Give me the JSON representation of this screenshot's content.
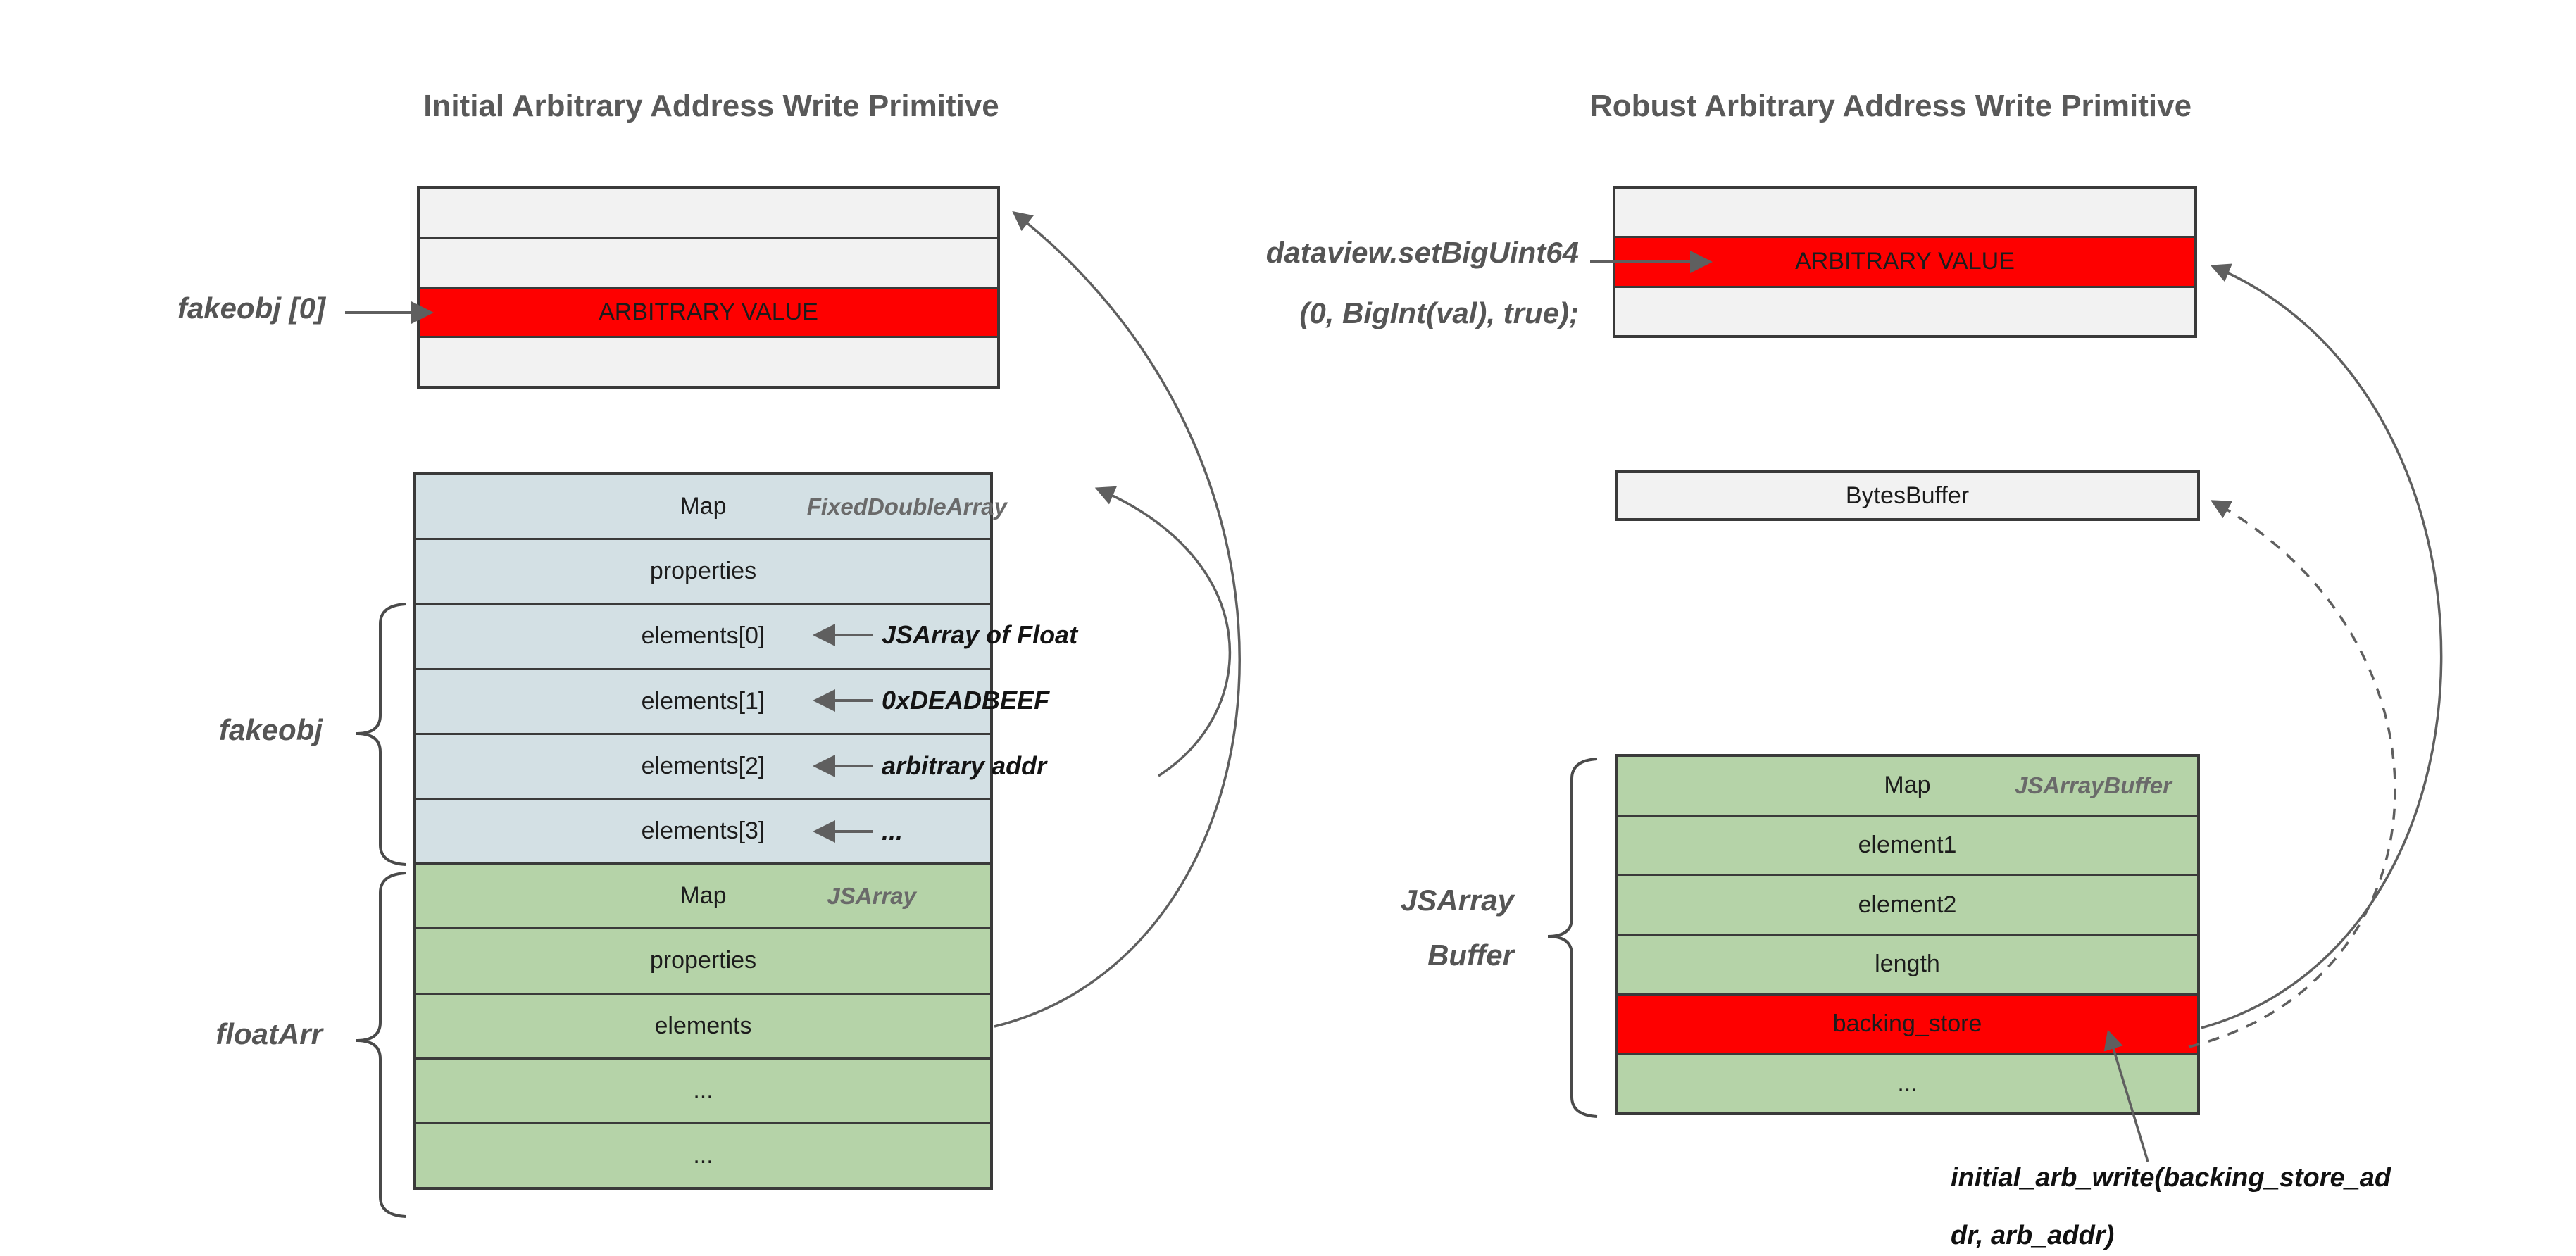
{
  "left": {
    "title": "Initial Arbitrary Address Write Primitive",
    "pointer_label": "fakeobj [0]",
    "top_box": {
      "rows": [
        "",
        "",
        "ARBITRARY VALUE",
        ""
      ]
    },
    "table": {
      "rows": [
        {
          "label": "Map",
          "type": "FixedDoubleArray"
        },
        {
          "label": "properties"
        },
        {
          "label": "elements[0]",
          "annotation": "JSArray of Float"
        },
        {
          "label": "elements[1]",
          "annotation": "0xDEADBEEF"
        },
        {
          "label": "elements[2]",
          "annotation": "arbitrary addr"
        },
        {
          "label": "elements[3]",
          "annotation": "..."
        },
        {
          "label": "Map",
          "type": "JSArray"
        },
        {
          "label": "properties"
        },
        {
          "label": "elements"
        },
        {
          "label": "..."
        },
        {
          "label": "..."
        }
      ]
    },
    "brace_labels": {
      "fakeobj": "fakeobj",
      "floatArr": "floatArr"
    }
  },
  "right": {
    "title": "Robust Arbitrary Address Write Primitive",
    "code_label": {
      "line1": "dataview.setBigUint64",
      "line2": "(0, BigInt(val), true);"
    },
    "top_box": {
      "rows": [
        "",
        "ARBITRARY VALUE",
        ""
      ]
    },
    "bytes_buffer_label": "BytesBuffer",
    "table": {
      "rows": [
        {
          "label": "Map",
          "type": "JSArrayBuffer"
        },
        {
          "label": "element1"
        },
        {
          "label": "element2"
        },
        {
          "label": "length"
        },
        {
          "label": "backing_store"
        },
        {
          "label": "..."
        }
      ]
    },
    "brace_label": {
      "line1": "JSArray",
      "line2": "Buffer"
    },
    "callout": {
      "line1": "initial_arb_write(backing_store_ad",
      "line2": "dr, arb_addr)"
    }
  },
  "connections": [
    {
      "name": "fakeobj0-to-arbitrary-value",
      "style": "solid-arrow"
    },
    {
      "name": "floatarr-elements-to-fake-fixeddoublearray-block",
      "style": "curved-arrow"
    },
    {
      "name": "arbitrary-addr-to-fixeddoublearray-map",
      "style": "curved-arrow"
    },
    {
      "name": "dataview-call-to-arbitrary-value",
      "style": "solid-arrow"
    },
    {
      "name": "backing-store-to-arbitrary-value-row",
      "style": "curved-arrow"
    },
    {
      "name": "backing-store-to-bytesbuffer",
      "style": "dashed-curved-arrow"
    },
    {
      "name": "initial-arb-write-to-backing-store",
      "style": "solid-arrow"
    }
  ],
  "colors": {
    "row_gray": "#f2f2f2",
    "row_blue": "#d3e0e4",
    "row_green": "#b5d3a8",
    "highlight_red": "#fe0000",
    "border": "#3a3a3a",
    "label_gray": "#595959",
    "annotation_black": "#141414",
    "arrow_gray": "#5f5f5f"
  }
}
